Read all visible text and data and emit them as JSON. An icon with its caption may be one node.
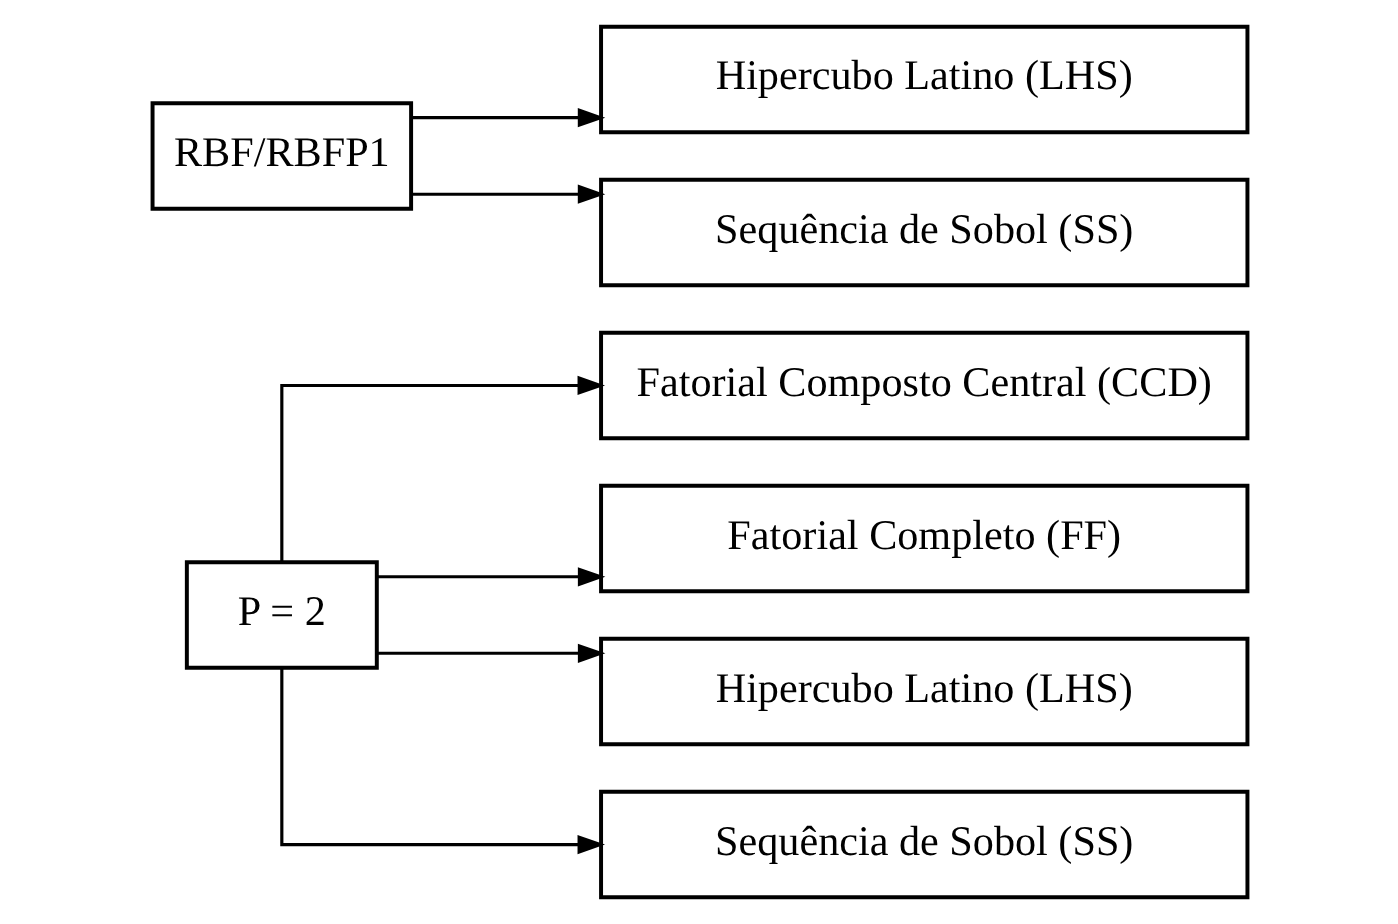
{
  "diagram": {
    "nodes": [
      {
        "text": [
          "P = 2"
        ]
      },
      {
        "text": [
          "Fatorial Composto Central (CCD)"
        ]
      },
      {
        "text": [
          "Fatorial Completo (FF)"
        ]
      },
      {
        "text": [
          "Hipercubo Latino (LHS)"
        ]
      },
      {
        "text": [
          "Sequência de Sobol (SS)"
        ]
      },
      {
        "text": [
          "RBF/RBFP1"
        ]
      },
      {
        "text": [
          "Hipercubo Latino (LHS)"
        ]
      },
      {
        "text": [
          "Sequência de Sobol (SS)"
        ]
      }
    ],
    "edges": [
      {
        "from": 0,
        "to": 1,
        "arrow": "to"
      },
      {
        "from": 0,
        "to": 2,
        "arrow": "to"
      },
      {
        "from": 0,
        "to": 3,
        "arrow": "to"
      },
      {
        "from": 0,
        "to": 4,
        "arrow": "to"
      },
      {
        "from": 5,
        "to": 6,
        "arrow": "to"
      },
      {
        "from": 5,
        "to": 7,
        "arrow": "to"
      }
    ]
  }
}
